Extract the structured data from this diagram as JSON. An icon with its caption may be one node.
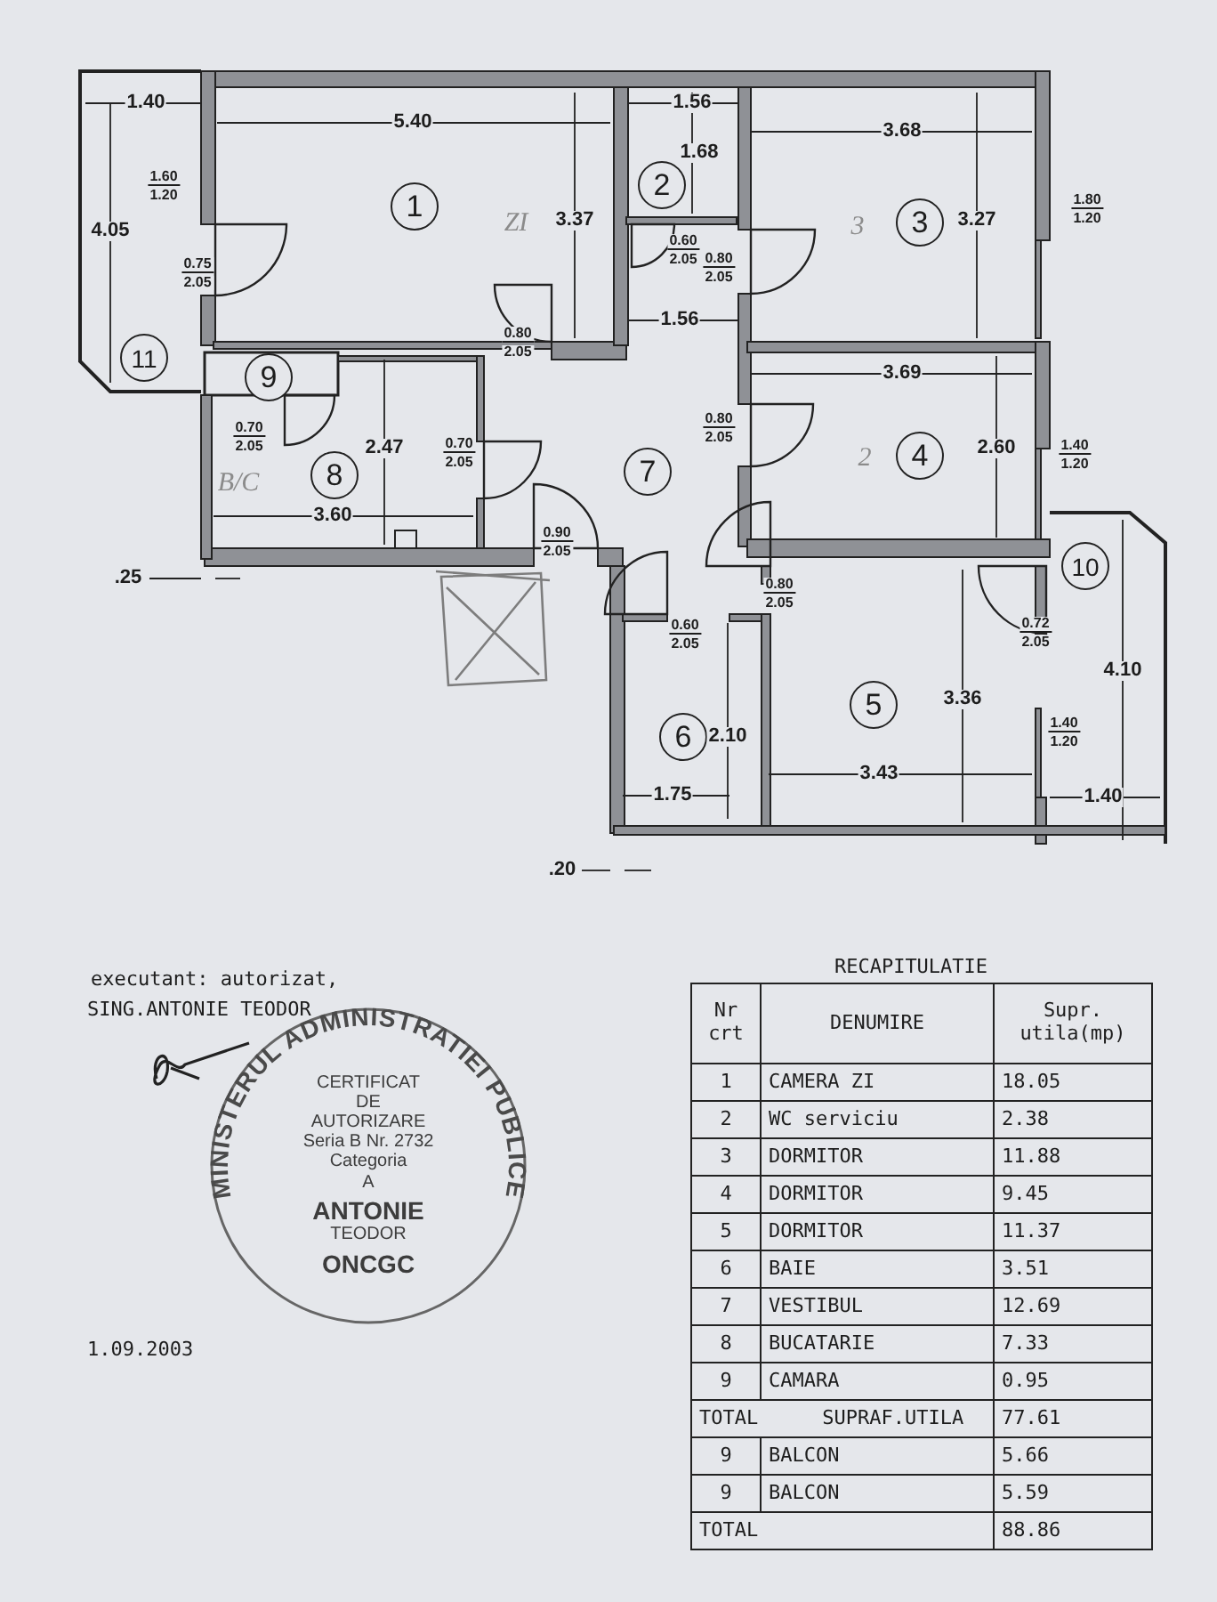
{
  "diagram": {
    "nodes": [
      {
        "text": [
          "1"
        ]
      },
      {
        "text": [
          "2"
        ]
      },
      {
        "text": [
          "3"
        ]
      },
      {
        "text": [
          "4"
        ]
      },
      {
        "text": [
          "5"
        ]
      },
      {
        "text": [
          "6"
        ]
      },
      {
        "text": [
          "7"
        ]
      },
      {
        "text": [
          "8"
        ]
      },
      {
        "text": [
          "9"
        ]
      },
      {
        "text": [
          "10"
        ]
      },
      {
        "text": [
          "11"
        ]
      }
    ],
    "edges": [],
    "labels": [
      "1.40",
      "5.40",
      "1.60",
      "1.20",
      "4.05",
      "0.75",
      "2.05",
      "ZI",
      "3.37",
      "1.56",
      "1.68",
      "0.60",
      "2.05",
      "3.68",
      "3",
      "3.27",
      "1.80",
      "1.20",
      "0.80",
      "2.05",
      "0.80",
      "2.05",
      "1.56",
      "3.69",
      "0.80",
      "2.05",
      "2",
      "2.60",
      "1.40",
      "1.20",
      "0.70",
      "2.05",
      "2.47",
      "0.70",
      "2.05",
      "B/C",
      "3.60",
      "0.90",
      "2.05",
      ".25",
      "0.80",
      "2.05",
      "0.60",
      "2.05",
      "0.72",
      "2.05",
      "4.10",
      "3.36",
      "1.40",
      "1.20",
      "2.10",
      "3.43",
      "1.75",
      "1.40",
      ".20",
      "executant: autorizat,",
      "SING.ANTONIE TEODOR",
      "MINISTERUL ADMINISTRATIEI PUBLICE",
      "CERTIFICAT",
      "DE",
      "AUTORIZARE",
      "Seria B Nr. 2732",
      "Categoria",
      "A",
      "ANTONIE",
      "TEODOR",
      "ONCGC",
      "1.09.2003",
      "RECAPITULATIE",
      "Nr crt",
      "DENUMIRE",
      "Supr. utila(mp)",
      "1",
      "CAMERA ZI",
      "18.05",
      "2",
      "WC serviciu",
      "2.38",
      "3",
      "DORMITOR",
      "11.88",
      "4",
      "DORMITOR",
      "9.45",
      "5",
      "DORMITOR",
      "11.37",
      "6",
      "BAIE",
      "3.51",
      "7",
      "VESTIBUL",
      "12.69",
      "8",
      "BUCATARIE",
      "7.33",
      "9",
      "CAMARA",
      "0.95",
      "TOTAL",
      "SUPRAF.UTILA",
      "77.61",
      "9",
      "BALCON",
      "5.66",
      "9",
      "BALCON",
      "5.59",
      "TOTAL",
      "88.86"
    ]
  }
}
